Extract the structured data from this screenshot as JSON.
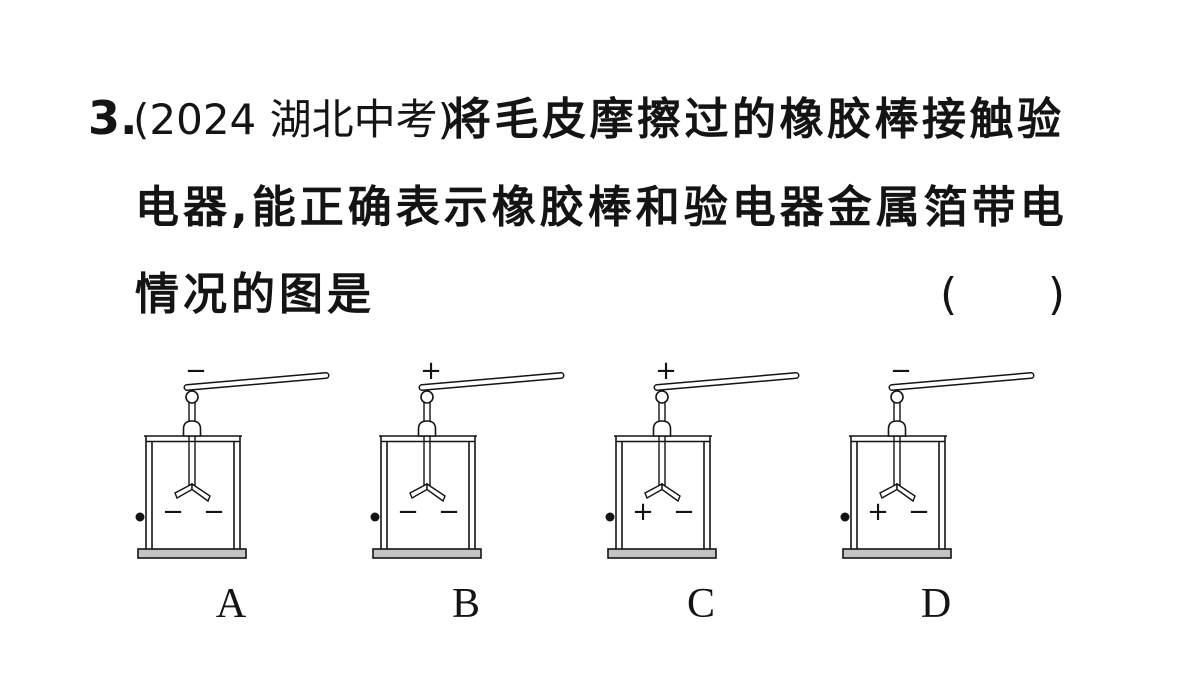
{
  "question": {
    "number": "3.",
    "source": "(2024 湖北中考)",
    "stem_lines": [
      "将毛皮摩擦过的橡胶棒接触验",
      "电器,能正确表示橡胶棒和验电器金属箔带电",
      "情况的图是"
    ],
    "answer_blank": {
      "open": "(",
      "close": ")"
    }
  },
  "options": [
    {
      "label": "A",
      "rod_charge": "−",
      "leaf_charges": [
        "−",
        "−"
      ]
    },
    {
      "label": "B",
      "rod_charge": "+",
      "leaf_charges": [
        "−",
        "−"
      ]
    },
    {
      "label": "C",
      "rod_charge": "+",
      "leaf_charges": [
        "+",
        "−"
      ]
    },
    {
      "label": "D",
      "rod_charge": "−",
      "leaf_charges": [
        "+",
        "−"
      ]
    }
  ]
}
